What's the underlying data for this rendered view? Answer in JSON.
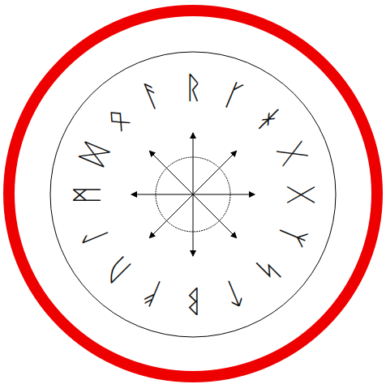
{
  "diagram": {
    "labels": [
      "ᚱ",
      "ᚴ",
      "ᚼ",
      "ᚷ",
      "ᚷ",
      "ᛉ",
      "ᛋ",
      "ᛏ",
      "ᛒ",
      "ᚠ",
      "ᚢ",
      "ᛚ",
      "ᛗ",
      "ᛞ",
      "ᛟ",
      "ᚨ"
    ]
  }
}
